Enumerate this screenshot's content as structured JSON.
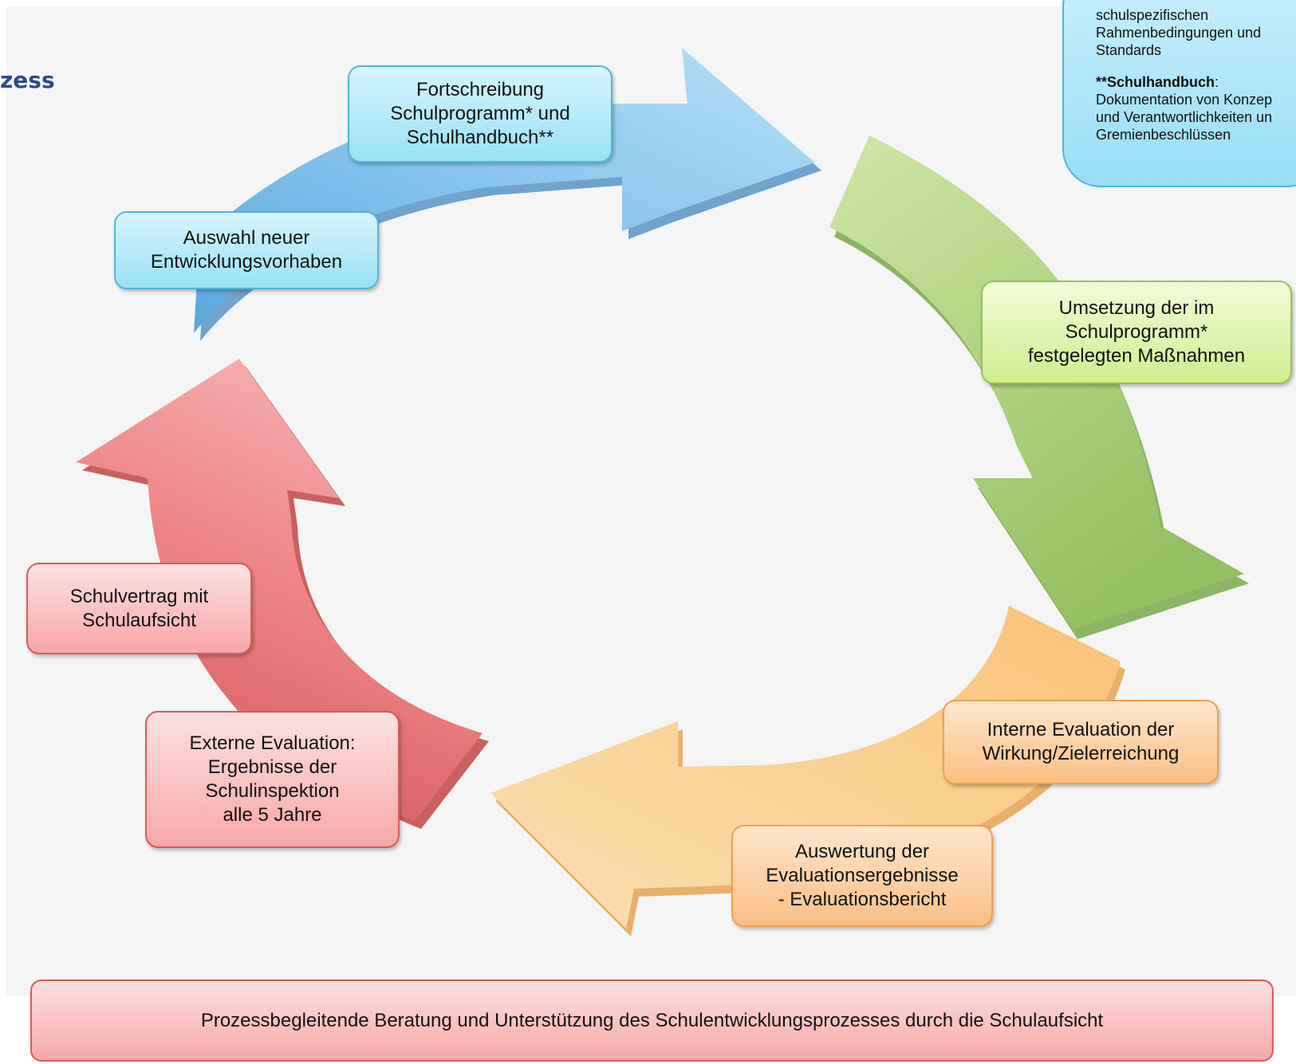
{
  "heading": "zess",
  "note": {
    "line1": "schulspezifischen",
    "line2": "Rahmenbedingungen und",
    "line3": "Standards",
    "handbook_term": "**Schulhandbuch",
    "handbook_colon": ":",
    "handbook_desc1": "Dokumentation von Konzep",
    "handbook_desc2": "und Verantwortlichkeiten un",
    "handbook_desc3": "Gremienbeschlüssen"
  },
  "steps": {
    "fortschreibung": "Fortschreibung\nSchulprogramm* und\nSchulhandbuch**",
    "auswahl": "Auswahl neuer\nEntwicklungsvorhaben",
    "umsetzung": "Umsetzung der im\nSchulprogramm*\nfestgelegten Maßnahmen",
    "interne_evaluation": "Interne Evaluation der\nWirkung/Zielerreichung",
    "auswertung": "Auswertung der\nEvaluationsergebnisse\n- Evaluationsbericht",
    "externe_evaluation": "Externe Evaluation:\nErgebnisse der\nSchulinspektion\nalle 5 Jahre",
    "schulvertrag": "Schulvertrag mit\nSchulaufsicht"
  },
  "footer": "Prozessbegleitende Beratung und Unterstützung des Schulentwicklungsprozesses durch die Schulaufsicht",
  "colors": {
    "blue": "#7ec4ec",
    "green": "#a9cf7a",
    "orange": "#f7c27c",
    "red": "#ec7e7e",
    "heading": "#2c4c86"
  }
}
